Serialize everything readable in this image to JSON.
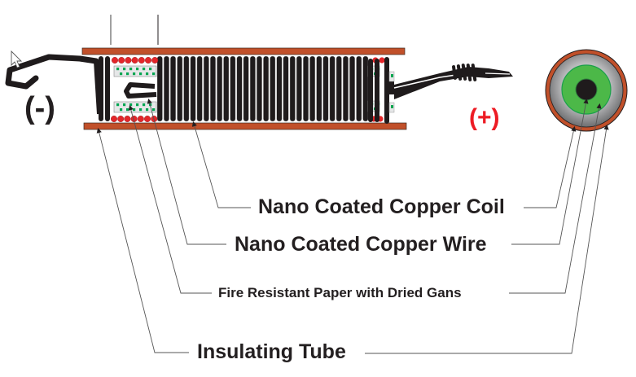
{
  "diagram": {
    "title": "Nano coated copper coil cross-section",
    "polarity": {
      "negative": "(-)",
      "positive": "(+)"
    },
    "labels": [
      {
        "id": "coil",
        "text": "Nano Coated Copper Coil"
      },
      {
        "id": "wire",
        "text": "Nano Coated Copper Wire"
      },
      {
        "id": "paper",
        "text": "Fire Resistant Paper with Dried Gans"
      },
      {
        "id": "tube",
        "text": "Insulating Tube"
      }
    ],
    "colors": {
      "tube": "#c1502a",
      "coil": "#1f1b1c",
      "wire_dots": "#e3262a",
      "paper_dots": "#00a651",
      "paper_bg": "#e6e7e8",
      "core_green": "#4cb848",
      "core_gray": "#9a9a9c",
      "positive": "#ed1c24",
      "text": "#231f20"
    },
    "cursor": "arrow-pointer-icon"
  }
}
